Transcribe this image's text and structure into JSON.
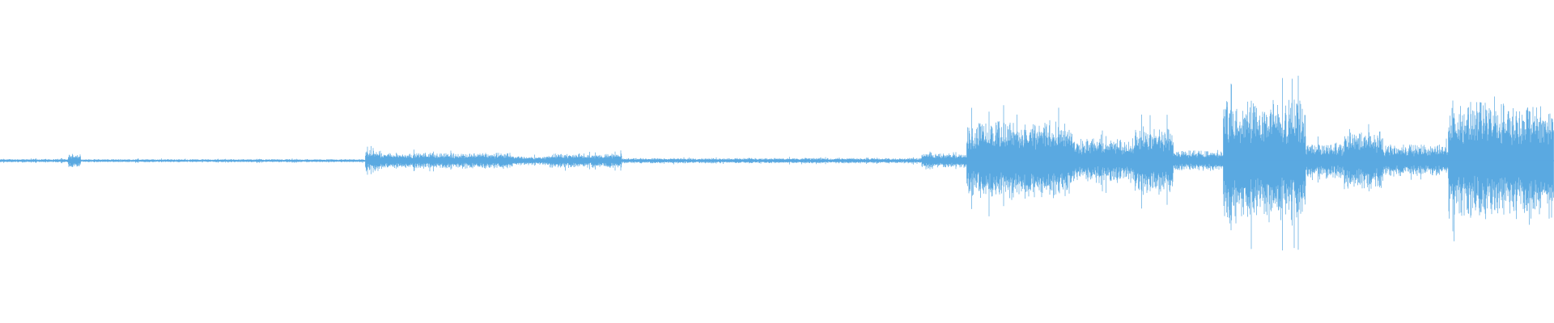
{
  "waveform": {
    "color": "#5aa9e1",
    "background": "#ffffff",
    "segments": [
      {
        "start": 0.0,
        "end": 0.044,
        "amp": 0.02
      },
      {
        "start": 0.044,
        "end": 0.052,
        "amp": 0.08
      },
      {
        "start": 0.052,
        "end": 0.235,
        "amp": 0.018
      },
      {
        "start": 0.235,
        "end": 0.245,
        "amp": 0.12
      },
      {
        "start": 0.245,
        "end": 0.33,
        "amp": 0.09
      },
      {
        "start": 0.33,
        "end": 0.353,
        "amp": 0.05
      },
      {
        "start": 0.353,
        "end": 0.4,
        "amp": 0.08
      },
      {
        "start": 0.4,
        "end": 0.593,
        "amp": 0.03
      },
      {
        "start": 0.593,
        "end": 0.6,
        "amp": 0.1
      },
      {
        "start": 0.6,
        "end": 0.622,
        "amp": 0.08
      },
      {
        "start": 0.622,
        "end": 0.69,
        "amp": 0.45
      },
      {
        "start": 0.69,
        "end": 0.73,
        "amp": 0.25
      },
      {
        "start": 0.73,
        "end": 0.755,
        "amp": 0.38
      },
      {
        "start": 0.755,
        "end": 0.787,
        "amp": 0.12
      },
      {
        "start": 0.787,
        "end": 0.84,
        "amp": 0.7
      },
      {
        "start": 0.84,
        "end": 0.865,
        "amp": 0.2
      },
      {
        "start": 0.865,
        "end": 0.89,
        "amp": 0.33
      },
      {
        "start": 0.89,
        "end": 0.932,
        "amp": 0.18
      },
      {
        "start": 0.932,
        "end": 1.0,
        "amp": 0.65
      }
    ]
  }
}
